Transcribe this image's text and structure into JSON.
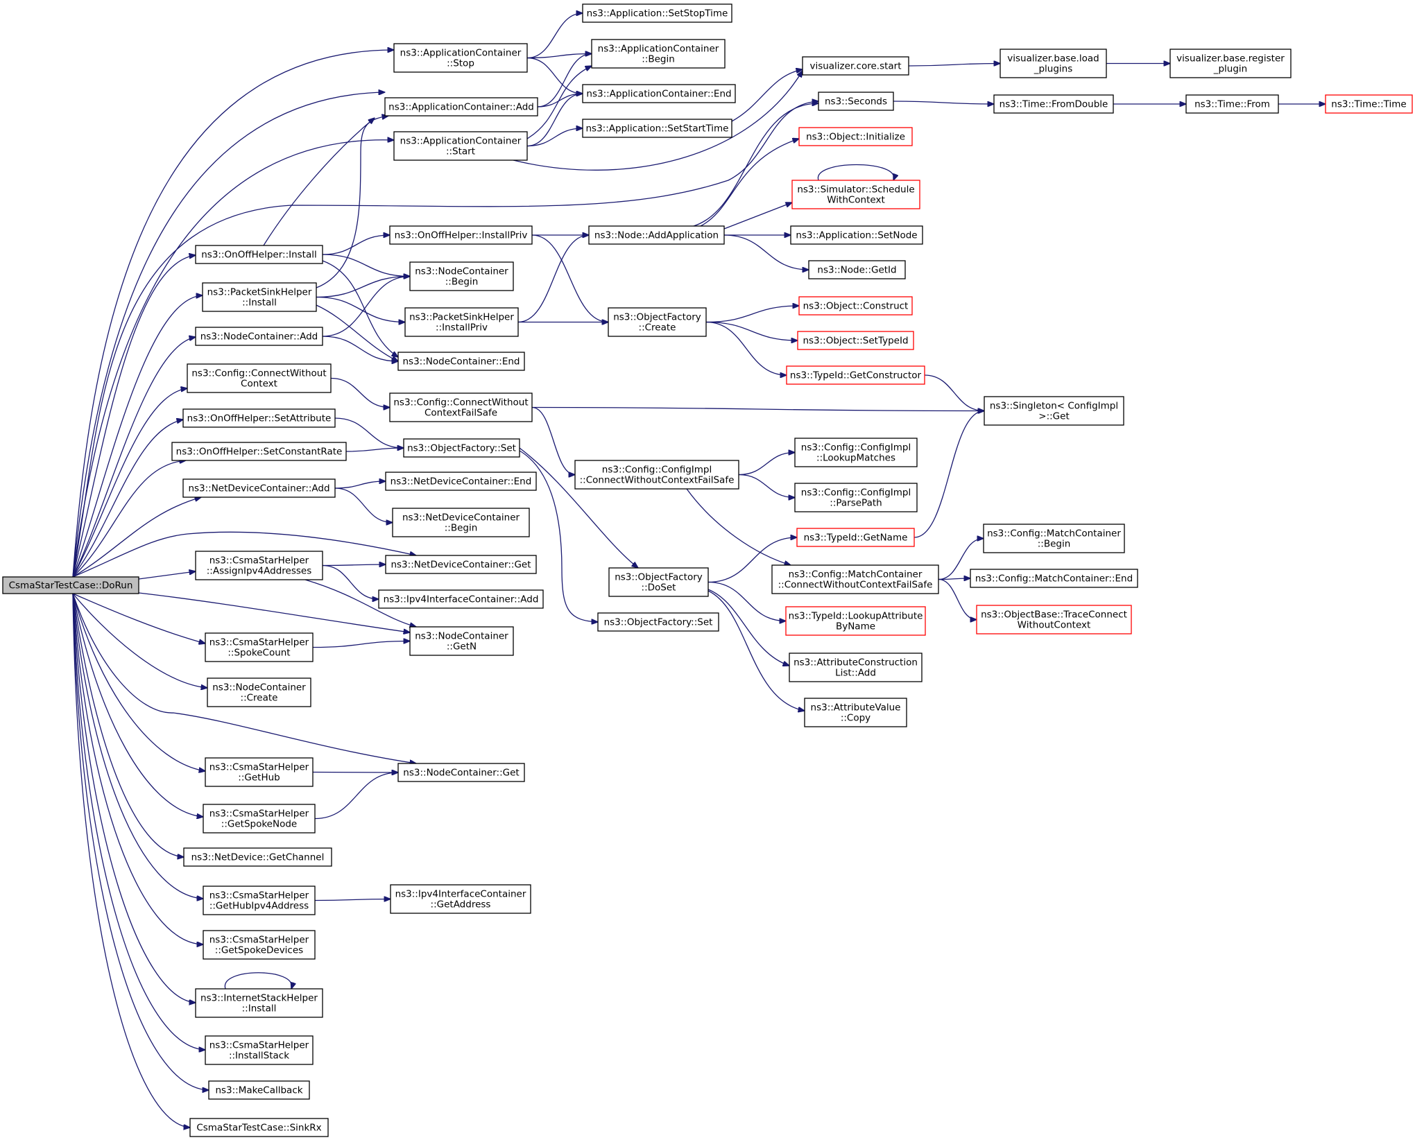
{
  "colors": {
    "edge": "#191970",
    "node_border": "#000000",
    "truncated_border": "#ff0000",
    "root_fill": "#bfbfbf"
  },
  "nodes": {
    "doRun": {
      "lines": [
        "CsmaStarTestCase::DoRun"
      ],
      "style": "root"
    },
    "appSetStopTime": {
      "lines": [
        "ns3::Application::SetStopTime"
      ]
    },
    "appContStop": {
      "lines": [
        "ns3::ApplicationContainer",
        "::Stop"
      ]
    },
    "appContBegin": {
      "lines": [
        "ns3::ApplicationContainer",
        "::Begin"
      ]
    },
    "appContAdd": {
      "lines": [
        "ns3::ApplicationContainer::Add"
      ]
    },
    "appContEnd": {
      "lines": [
        "ns3::ApplicationContainer::End"
      ]
    },
    "appContStart": {
      "lines": [
        "ns3::ApplicationContainer",
        "::Start"
      ]
    },
    "appSetStartTime": {
      "lines": [
        "ns3::Application::SetStartTime"
      ]
    },
    "vizCoreStart": {
      "lines": [
        "visualizer.core.start"
      ]
    },
    "vizLoadPlugins": {
      "lines": [
        "visualizer.base.load",
        "_plugins"
      ]
    },
    "vizRegisterPlugin": {
      "lines": [
        "visualizer.base.register",
        "_plugin"
      ]
    },
    "seconds": {
      "lines": [
        "ns3::Seconds"
      ]
    },
    "timeFromDouble": {
      "lines": [
        "ns3::Time::FromDouble"
      ]
    },
    "timeFrom": {
      "lines": [
        "ns3::Time::From"
      ]
    },
    "timeTime": {
      "lines": [
        "ns3::Time::Time"
      ],
      "style": "red"
    },
    "objInitialize": {
      "lines": [
        "ns3::Object::Initialize"
      ],
      "style": "red"
    },
    "simScheduleWithContext": {
      "lines": [
        "ns3::Simulator::Schedule",
        "WithContext"
      ],
      "style": "red"
    },
    "onoffInstall": {
      "lines": [
        "ns3::OnOffHelper::Install"
      ]
    },
    "onoffInstallPriv": {
      "lines": [
        "ns3::OnOffHelper::InstallPriv"
      ]
    },
    "nodeAddApplication": {
      "lines": [
        "ns3::Node::AddApplication"
      ]
    },
    "appSetNode": {
      "lines": [
        "ns3::Application::SetNode"
      ]
    },
    "nodeGetId": {
      "lines": [
        "ns3::Node::GetId"
      ]
    },
    "psInstall": {
      "lines": [
        "ns3::PacketSinkHelper",
        "::Install"
      ]
    },
    "nodeContBegin": {
      "lines": [
        "ns3::NodeContainer",
        "::Begin"
      ]
    },
    "psInstallPriv": {
      "lines": [
        "ns3::PacketSinkHelper",
        "::InstallPriv"
      ]
    },
    "ofCreate": {
      "lines": [
        "ns3::ObjectFactory",
        "::Create"
      ]
    },
    "objConstruct": {
      "lines": [
        "ns3::Object::Construct"
      ],
      "style": "red"
    },
    "nodeContAdd": {
      "lines": [
        "ns3::NodeContainer::Add"
      ]
    },
    "objSetTypeId": {
      "lines": [
        "ns3::Object::SetTypeId"
      ],
      "style": "red"
    },
    "nodeContEnd": {
      "lines": [
        "ns3::NodeContainer::End"
      ]
    },
    "typeIdGetConstructor": {
      "lines": [
        "ns3::TypeId::GetConstructor"
      ],
      "style": "red"
    },
    "cfgConnectWithoutContext": {
      "lines": [
        "ns3::Config::ConnectWithout",
        "Context"
      ]
    },
    "cfgConnectWithoutContextFailSafe": {
      "lines": [
        "ns3::Config::ConnectWithout",
        "ContextFailSafe"
      ]
    },
    "singletonGet": {
      "lines": [
        "ns3::Singleton< ConfigImpl",
        " >::Get"
      ]
    },
    "onoffSetAttribute": {
      "lines": [
        "ns3::OnOffHelper::SetAttribute"
      ]
    },
    "onoffSetConstantRate": {
      "lines": [
        "ns3::OnOffHelper::SetConstantRate"
      ]
    },
    "ofSet": {
      "lines": [
        "ns3::ObjectFactory::Set"
      ]
    },
    "cfgImplConnectWCFS": {
      "lines": [
        "ns3::Config::ConfigImpl",
        "::ConnectWithoutContextFailSafe"
      ]
    },
    "cfgImplLookupMatches": {
      "lines": [
        "ns3::Config::ConfigImpl",
        "::LookupMatches"
      ]
    },
    "cfgImplParsePath": {
      "lines": [
        "ns3::Config::ConfigImpl",
        "::ParsePath"
      ]
    },
    "ndcAdd": {
      "lines": [
        "ns3::NetDeviceContainer::Add"
      ]
    },
    "ndcEnd": {
      "lines": [
        "ns3::NetDeviceContainer::End"
      ]
    },
    "ndcBegin": {
      "lines": [
        "ns3::NetDeviceContainer",
        "::Begin"
      ]
    },
    "typeIdGetName": {
      "lines": [
        "ns3::TypeId::GetName"
      ],
      "style": "red"
    },
    "mcBegin": {
      "lines": [
        "ns3::Config::MatchContainer",
        "::Begin"
      ]
    },
    "csmaAssignIpv4": {
      "lines": [
        "ns3::CsmaStarHelper",
        "::AssignIpv4Addresses"
      ]
    },
    "ndcGet": {
      "lines": [
        "ns3::NetDeviceContainer::Get"
      ]
    },
    "ofDoSet": {
      "lines": [
        "ns3::ObjectFactory",
        "::DoSet"
      ]
    },
    "mcConnectWCFS": {
      "lines": [
        "ns3::Config::MatchContainer",
        "::ConnectWithoutContextFailSafe"
      ]
    },
    "mcEnd": {
      "lines": [
        "ns3::Config::MatchContainer::End"
      ]
    },
    "ipv4icAdd": {
      "lines": [
        "ns3::Ipv4InterfaceContainer::Add"
      ]
    },
    "ofSet2": {
      "lines": [
        "ns3::ObjectFactory::Set"
      ]
    },
    "typeIdLookupAttr": {
      "lines": [
        "ns3::TypeId::LookupAttribute",
        "ByName"
      ],
      "style": "red"
    },
    "objBaseTraceConnect": {
      "lines": [
        "ns3::ObjectBase::TraceConnect",
        "WithoutContext"
      ],
      "style": "red"
    },
    "csmaSpokeCount": {
      "lines": [
        "ns3::CsmaStarHelper",
        "::SpokeCount"
      ]
    },
    "nodeContGetN": {
      "lines": [
        "ns3::NodeContainer",
        "::GetN"
      ]
    },
    "acListAdd": {
      "lines": [
        "ns3::AttributeConstruction",
        "List::Add"
      ]
    },
    "nodeContCreate": {
      "lines": [
        "ns3::NodeContainer",
        "::Create"
      ]
    },
    "attrValueCopy": {
      "lines": [
        "ns3::AttributeValue",
        "::Copy"
      ]
    },
    "csmaGetHub": {
      "lines": [
        "ns3::CsmaStarHelper",
        "::GetHub"
      ]
    },
    "nodeContGet": {
      "lines": [
        "ns3::NodeContainer::Get"
      ]
    },
    "csmaGetSpokeNode": {
      "lines": [
        "ns3::CsmaStarHelper",
        "::GetSpokeNode"
      ]
    },
    "netDevGetChannel": {
      "lines": [
        "ns3::NetDevice::GetChannel"
      ]
    },
    "csmaGetHubIpv4": {
      "lines": [
        "ns3::CsmaStarHelper",
        "::GetHubIpv4Address"
      ]
    },
    "ipv4icGetAddress": {
      "lines": [
        "ns3::Ipv4InterfaceContainer",
        "::GetAddress"
      ]
    },
    "csmaGetSpokeDevices": {
      "lines": [
        "ns3::CsmaStarHelper",
        "::GetSpokeDevices"
      ]
    },
    "ishInstall": {
      "lines": [
        "ns3::InternetStackHelper",
        "::Install"
      ]
    },
    "csmaInstallStack": {
      "lines": [
        "ns3::CsmaStarHelper",
        "::InstallStack"
      ]
    },
    "makeCallback": {
      "lines": [
        "ns3::MakeCallback"
      ]
    },
    "sinkRx": {
      "lines": [
        "CsmaStarTestCase::SinkRx"
      ]
    }
  },
  "edges": [
    [
      "doRun",
      "appContStop"
    ],
    [
      "doRun",
      "appContAdd"
    ],
    [
      "doRun",
      "appContStart"
    ],
    [
      "doRun",
      "seconds"
    ],
    [
      "doRun",
      "onoffInstall"
    ],
    [
      "doRun",
      "psInstall"
    ],
    [
      "doRun",
      "nodeContAdd"
    ],
    [
      "doRun",
      "cfgConnectWithoutContext"
    ],
    [
      "doRun",
      "onoffSetAttribute"
    ],
    [
      "doRun",
      "onoffSetConstantRate"
    ],
    [
      "doRun",
      "ndcAdd"
    ],
    [
      "doRun",
      "ndcGet"
    ],
    [
      "doRun",
      "csmaAssignIpv4"
    ],
    [
      "doRun",
      "nodeContGetN"
    ],
    [
      "doRun",
      "csmaSpokeCount"
    ],
    [
      "doRun",
      "nodeContCreate"
    ],
    [
      "doRun",
      "nodeContGet"
    ],
    [
      "doRun",
      "csmaGetHub"
    ],
    [
      "doRun",
      "csmaGetSpokeNode"
    ],
    [
      "doRun",
      "netDevGetChannel"
    ],
    [
      "doRun",
      "csmaGetHubIpv4"
    ],
    [
      "doRun",
      "csmaGetSpokeDevices"
    ],
    [
      "doRun",
      "ishInstall"
    ],
    [
      "doRun",
      "csmaInstallStack"
    ],
    [
      "doRun",
      "makeCallback"
    ],
    [
      "doRun",
      "sinkRx"
    ],
    [
      "appContStop",
      "appSetStopTime"
    ],
    [
      "appContStop",
      "appContBegin"
    ],
    [
      "appContStop",
      "appContEnd"
    ],
    [
      "appContAdd",
      "appContBegin"
    ],
    [
      "appContAdd",
      "appContEnd"
    ],
    [
      "appContStart",
      "appContBegin"
    ],
    [
      "appContStart",
      "appContEnd"
    ],
    [
      "appContStart",
      "appSetStartTime"
    ],
    [
      "appContStart",
      "vizCoreStart"
    ],
    [
      "appSetStartTime",
      "vizCoreStart"
    ],
    [
      "vizCoreStart",
      "vizLoadPlugins"
    ],
    [
      "vizLoadPlugins",
      "vizRegisterPlugin"
    ],
    [
      "seconds",
      "timeFromDouble"
    ],
    [
      "timeFromDouble",
      "timeFrom"
    ],
    [
      "timeFrom",
      "timeTime"
    ],
    [
      "onoffInstall",
      "appContAdd"
    ],
    [
      "onoffInstall",
      "onoffInstallPriv"
    ],
    [
      "onoffInstall",
      "nodeContBegin"
    ],
    [
      "onoffInstall",
      "nodeContEnd"
    ],
    [
      "onoffInstallPriv",
      "nodeAddApplication"
    ],
    [
      "onoffInstallPriv",
      "ofCreate"
    ],
    [
      "nodeAddApplication",
      "seconds"
    ],
    [
      "nodeAddApplication",
      "objInitialize"
    ],
    [
      "nodeAddApplication",
      "simScheduleWithContext"
    ],
    [
      "nodeAddApplication",
      "appSetNode"
    ],
    [
      "nodeAddApplication",
      "nodeGetId"
    ],
    [
      "simScheduleWithContext",
      "simScheduleWithContext"
    ],
    [
      "psInstall",
      "appContAdd"
    ],
    [
      "psInstall",
      "nodeContBegin"
    ],
    [
      "psInstall",
      "psInstallPriv"
    ],
    [
      "psInstall",
      "nodeContEnd"
    ],
    [
      "psInstallPriv",
      "nodeAddApplication"
    ],
    [
      "psInstallPriv",
      "ofCreate"
    ],
    [
      "ofCreate",
      "objConstruct"
    ],
    [
      "ofCreate",
      "objSetTypeId"
    ],
    [
      "ofCreate",
      "typeIdGetConstructor"
    ],
    [
      "typeIdGetConstructor",
      "singletonGet"
    ],
    [
      "nodeContAdd",
      "nodeContBegin"
    ],
    [
      "nodeContAdd",
      "nodeContEnd"
    ],
    [
      "cfgConnectWithoutContext",
      "cfgConnectWithoutContextFailSafe"
    ],
    [
      "cfgConnectWithoutContextFailSafe",
      "singletonGet"
    ],
    [
      "cfgConnectWithoutContextFailSafe",
      "cfgImplConnectWCFS"
    ],
    [
      "onoffSetAttribute",
      "ofSet"
    ],
    [
      "onoffSetConstantRate",
      "ofSet"
    ],
    [
      "ofSet",
      "ofDoSet"
    ],
    [
      "ofSet",
      "ofSet2"
    ],
    [
      "cfgImplConnectWCFS",
      "cfgImplLookupMatches"
    ],
    [
      "cfgImplConnectWCFS",
      "cfgImplParsePath"
    ],
    [
      "cfgImplConnectWCFS",
      "mcConnectWCFS"
    ],
    [
      "ndcAdd",
      "ndcEnd"
    ],
    [
      "ndcAdd",
      "ndcBegin"
    ],
    [
      "typeIdGetName",
      "singletonGet"
    ],
    [
      "csmaAssignIpv4",
      "ndcGet"
    ],
    [
      "csmaAssignIpv4",
      "ipv4icAdd"
    ],
    [
      "csmaAssignIpv4",
      "nodeContGetN"
    ],
    [
      "ofDoSet",
      "typeIdGetName"
    ],
    [
      "ofDoSet",
      "typeIdLookupAttr"
    ],
    [
      "ofDoSet",
      "acListAdd"
    ],
    [
      "ofDoSet",
      "attrValueCopy"
    ],
    [
      "mcConnectWCFS",
      "mcBegin"
    ],
    [
      "mcConnectWCFS",
      "mcEnd"
    ],
    [
      "mcConnectWCFS",
      "objBaseTraceConnect"
    ],
    [
      "csmaSpokeCount",
      "nodeContGetN"
    ],
    [
      "csmaGetHub",
      "nodeContGet"
    ],
    [
      "csmaGetSpokeNode",
      "nodeContGet"
    ],
    [
      "csmaGetHubIpv4",
      "ipv4icGetAddress"
    ],
    [
      "ishInstall",
      "ishInstall"
    ]
  ]
}
